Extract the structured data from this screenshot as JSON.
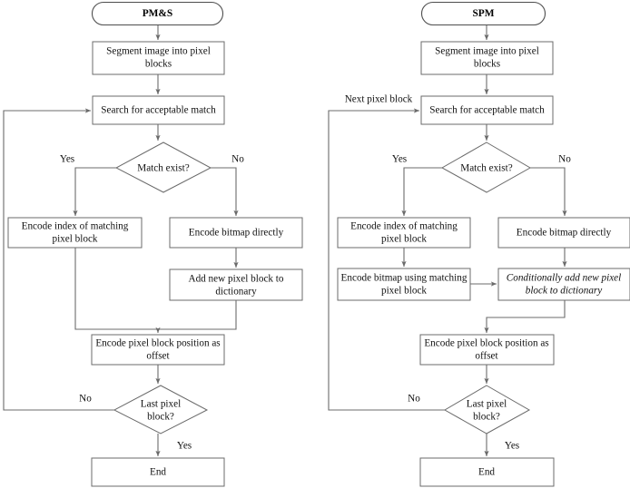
{
  "figure": {
    "type": "flowchart",
    "orientation": "two side-by-side vertical flowcharts",
    "background_color": "#ffffff",
    "stroke_color": "#6b6b6b",
    "text_color": "#111111"
  },
  "charts": [
    {
      "id": "pms",
      "title": "PM&S",
      "nodes": {
        "start": "PM&S",
        "segment": "Segment image into pixel blocks",
        "search": "Search for acceptable match",
        "match_decision": "Match exist?",
        "encode_index": "Encode index of matching pixel block",
        "encode_bitmap": "Encode bitmap directly",
        "add_block": "Add new pixel block to dictionary",
        "encode_offset": "Encode pixel block position as offset",
        "last_decision": "Last pixel block?",
        "end": "End"
      },
      "edge_labels": {
        "match_yes": "Yes",
        "match_no": "No",
        "last_no": "No",
        "last_yes": "Yes"
      }
    },
    {
      "id": "spm",
      "title": "SPM",
      "nodes": {
        "start": "SPM",
        "segment": "Segment image into pixel blocks",
        "search": "Search for acceptable match",
        "match_decision": "Match exist?",
        "encode_index": "Encode index of matching pixel block",
        "encode_bitmap": "Encode bitmap directly",
        "encode_using_match": "Encode bitmap using matching pixel block",
        "conditional_add": "Conditionally add new pixel block to dictionary",
        "encode_offset": "Encode pixel block position as offset",
        "last_decision": "Last pixel block?",
        "end": "End"
      },
      "edge_labels": {
        "loop_back": "Next pixel block",
        "match_yes": "Yes",
        "match_no": "No",
        "last_no": "No",
        "last_yes": "Yes"
      }
    }
  ]
}
